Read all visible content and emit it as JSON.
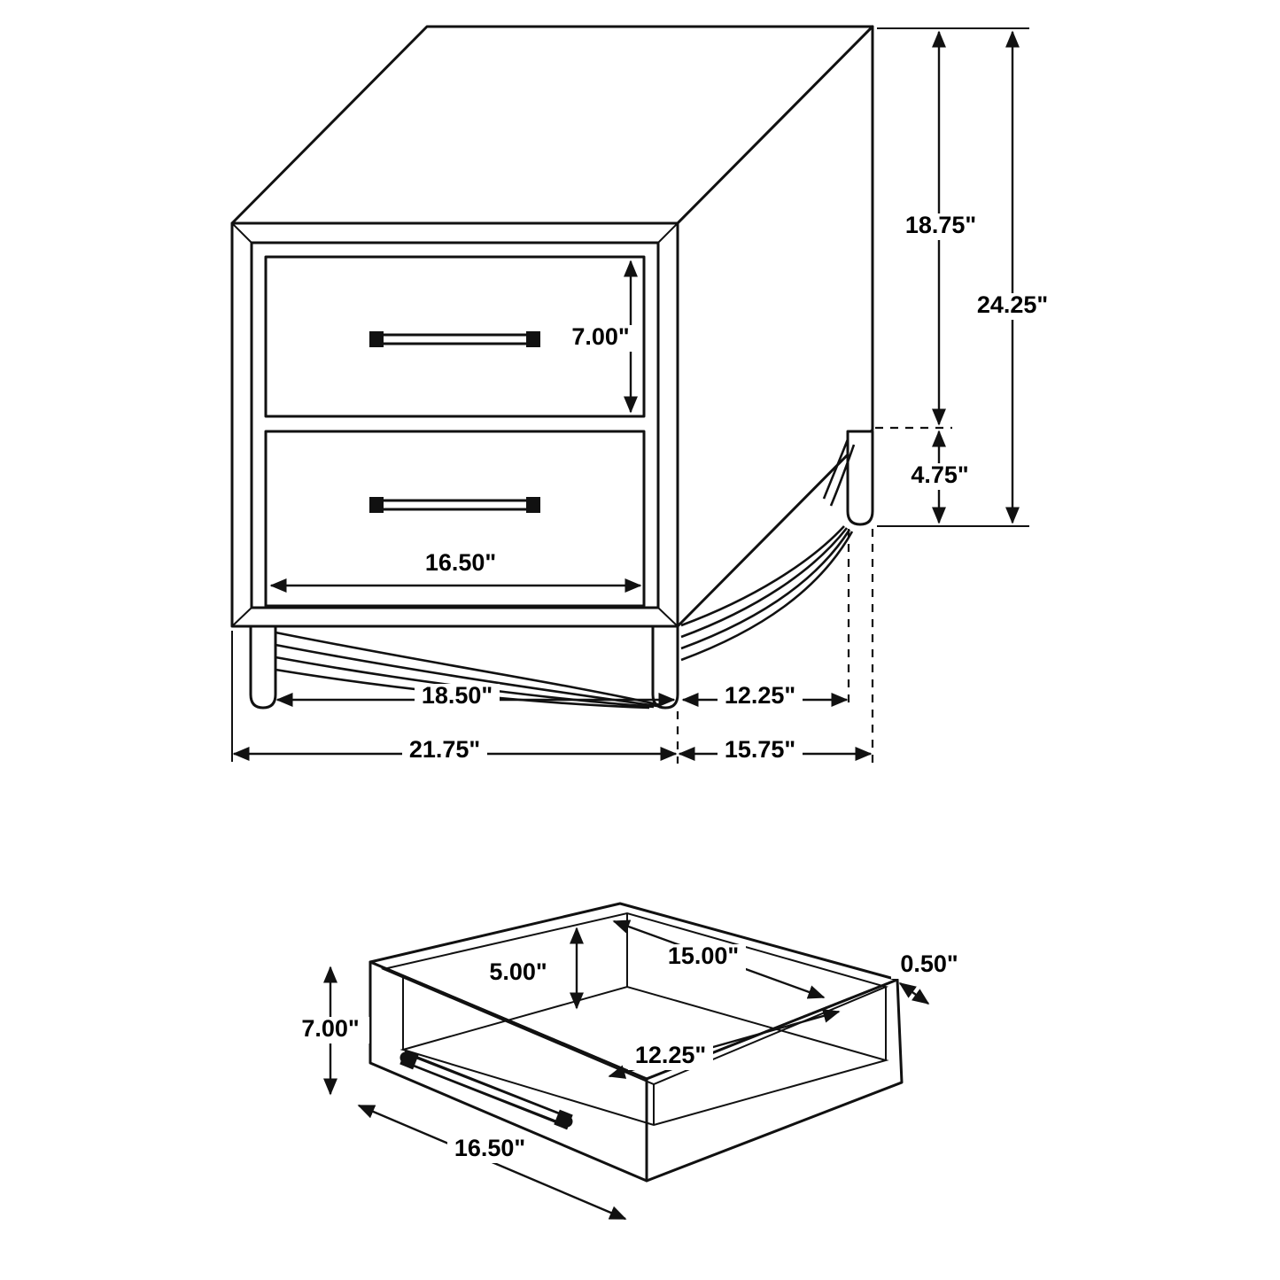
{
  "page": {
    "background": "#ffffff",
    "ink": "#111111",
    "description": "Furniture dimension diagram: 2-drawer nightstand with detail view of drawer box"
  },
  "nightstand_view": {
    "name": "nightstand-isometric-view",
    "dims": {
      "upper_section_height": "18.75\"",
      "overall_height": "24.25\"",
      "drawer_front_height": "7.00\"",
      "leg_height": "4.75\"",
      "drawer_width": "16.50\"",
      "front_leg_span": "18.50\"",
      "side_leg_span": "12.25\"",
      "overall_width": "21.75\"",
      "overall_depth": "15.75\""
    }
  },
  "drawer_view": {
    "name": "drawer-detail-view",
    "dims": {
      "front_height": "7.00\"",
      "interior_height": "5.00\"",
      "interior_width": "15.00\"",
      "panel_thickness": "0.50\"",
      "interior_depth": "12.25\"",
      "front_width": "16.50\""
    }
  }
}
